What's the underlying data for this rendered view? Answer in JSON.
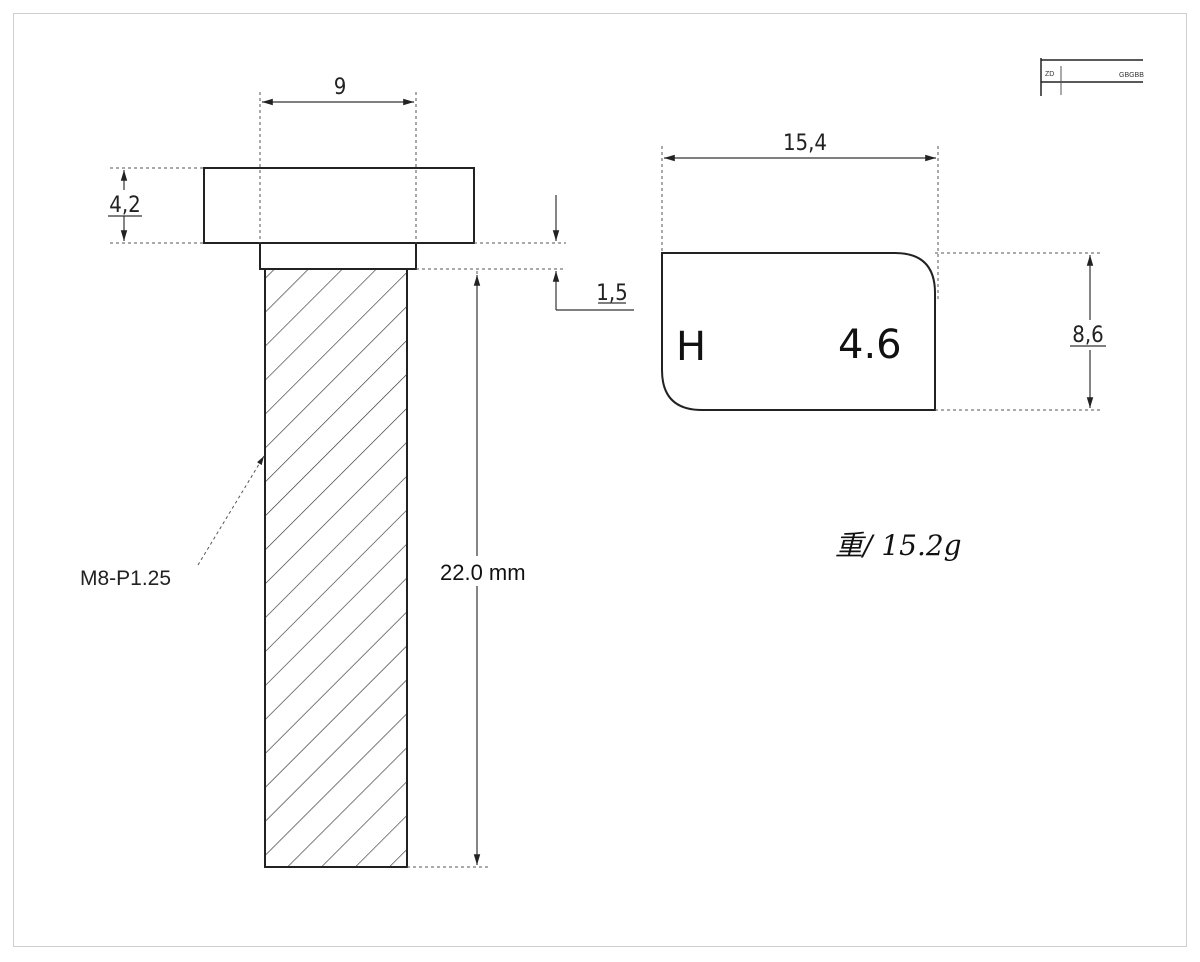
{
  "drawing": {
    "bolt": {
      "head_width": "9",
      "head_height": "4,2",
      "collar_height": "1,5",
      "shaft_length": "22.0 mm",
      "thread_callout": "M8-P1.25"
    },
    "head_top_view": {
      "width": "15,4",
      "height": "8,6",
      "marking_left": "H",
      "marking_right": "4.6"
    },
    "weight_note": "重/ 15.2g",
    "title_block": {
      "cell_left": "ZD",
      "cell_right": "GBGBB"
    }
  }
}
